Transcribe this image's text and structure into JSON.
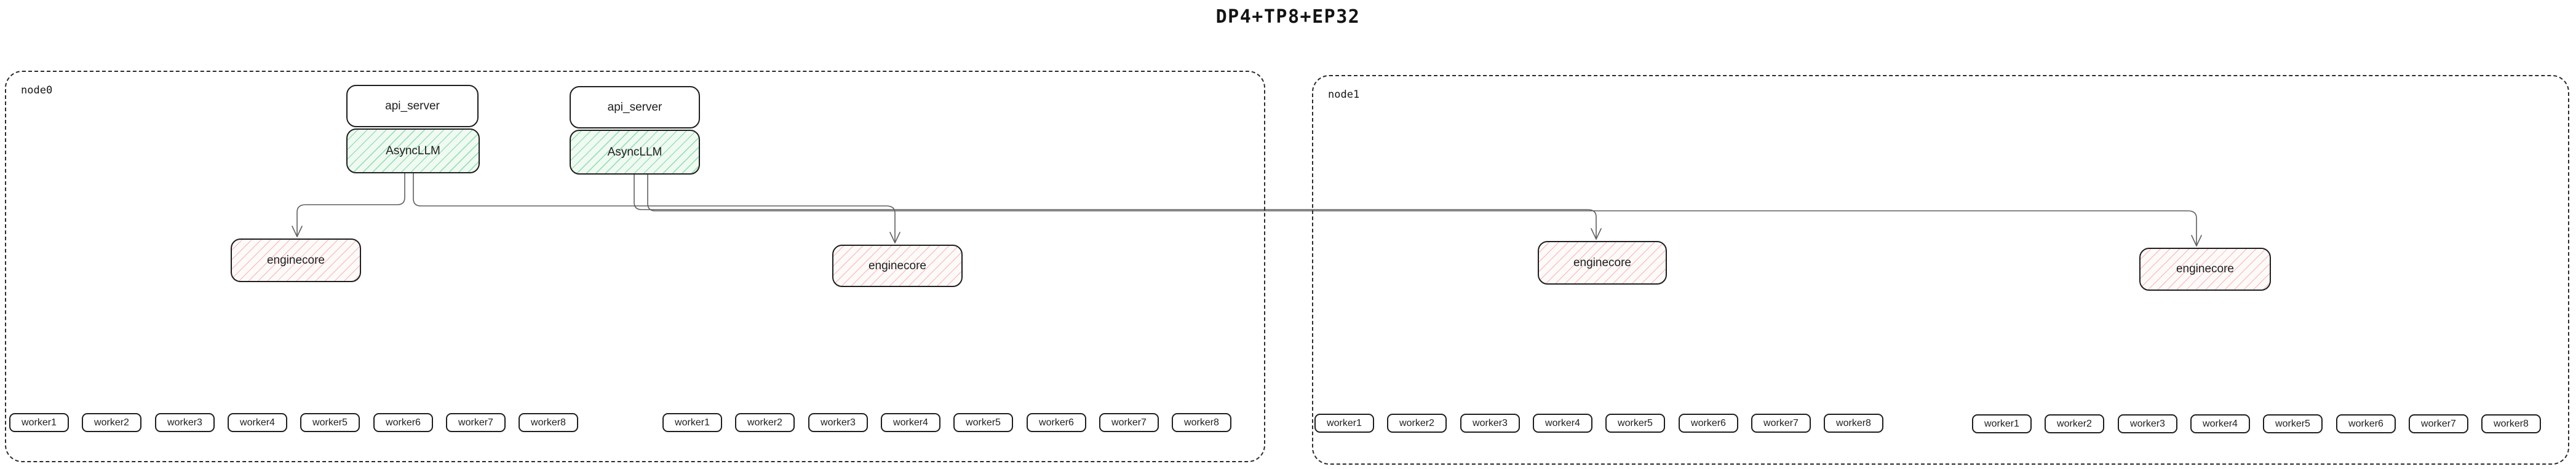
{
  "title": "DP4+TP8+EP32",
  "colors": {
    "border": "#1e1e1e",
    "async_llm_hatch": "#52c478",
    "enginecore_hatch": "#e04949",
    "connector": "#5f5f5f",
    "node_border": "#2b2b2b"
  },
  "nodes": [
    {
      "label": "node0",
      "api_servers": [
        {
          "api_label": "api_server",
          "llm_label": "AsyncLLM"
        },
        {
          "api_label": "api_server",
          "llm_label": "AsyncLLM"
        }
      ],
      "enginecores": [
        "enginecore",
        "enginecore"
      ],
      "worker_groups": [
        [
          "worker1",
          "worker2",
          "worker3",
          "worker4",
          "worker5",
          "worker6",
          "worker7",
          "worker8"
        ],
        [
          "worker1",
          "worker2",
          "worker3",
          "worker4",
          "worker5",
          "worker6",
          "worker7",
          "worker8"
        ]
      ]
    },
    {
      "label": "node1",
      "api_servers": [],
      "enginecores": [
        "enginecore",
        "enginecore"
      ],
      "worker_groups": [
        [
          "worker1",
          "worker2",
          "worker3",
          "worker4",
          "worker5",
          "worker6",
          "worker7",
          "worker8"
        ],
        [
          "worker1",
          "worker2",
          "worker3",
          "worker4",
          "worker5",
          "worker6",
          "worker7",
          "worker8"
        ]
      ]
    }
  ]
}
